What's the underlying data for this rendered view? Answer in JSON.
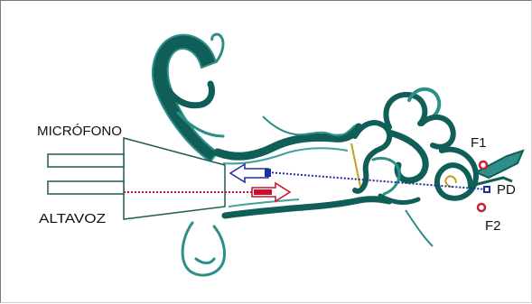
{
  "labels": {
    "microphone": "MICRÓFONO",
    "speaker": "ALTAVOZ",
    "f1": "F1",
    "pd": "PD",
    "f2": "F2"
  },
  "colors": {
    "ear_fill": "#0f5e58",
    "ear_stroke": "#2e8f88",
    "ear_light": "#3fa39b",
    "probe_stroke": "#1d5d59",
    "blue": "#1f2f9e",
    "red": "#c8102e",
    "marker_red": "#c8203a"
  }
}
